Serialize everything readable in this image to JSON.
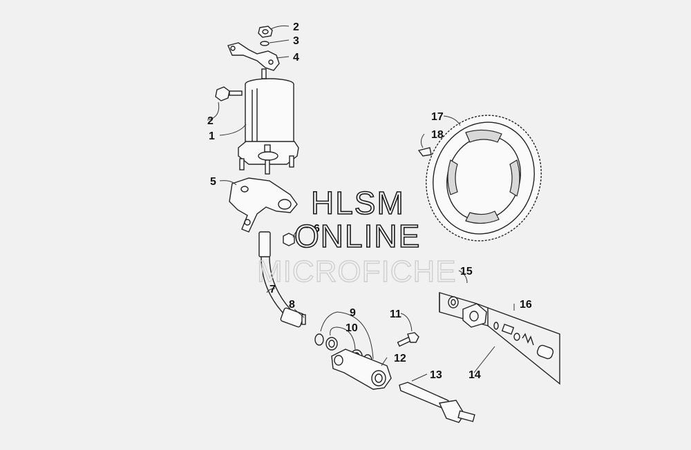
{
  "parts": {
    "p2a": "2",
    "p3": "3",
    "p4": "4",
    "p2b": "2",
    "p1": "1",
    "p5": "5",
    "p6": "6",
    "p7": "7",
    "p8": "8",
    "p9": "9",
    "p10": "10",
    "p11": "11",
    "p12": "12",
    "p13": "13",
    "p14": "14",
    "p15": "15",
    "p16": "16",
    "p17": "17",
    "p18": "18"
  },
  "watermark": {
    "line1": "HLSM",
    "line2": "ONLINE",
    "line3": "MICROFICHE"
  }
}
